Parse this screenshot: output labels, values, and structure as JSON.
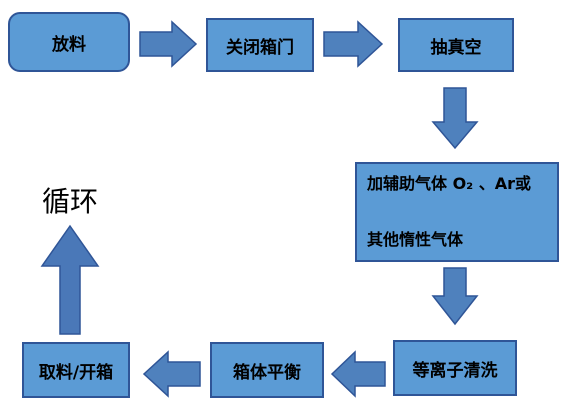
{
  "steps": {
    "load": "放料",
    "close_door": "关闭箱门",
    "vacuum": "抽真空",
    "gas_line1": "加辅助气体 O₂ 、Ar或",
    "gas_line2": "其他惰性气体",
    "plasma_clean": "等离子清洗",
    "balance": "箱体平衡",
    "unload": "取料/开箱"
  },
  "loop_label": "循环",
  "colors": {
    "box_fill": "#5b9bd5",
    "box_border": "#2f5597",
    "arrow_fill": "#4f81bd",
    "arrow_stroke": "#2f5597",
    "loop_arrow_fill": "#4a78b8"
  }
}
